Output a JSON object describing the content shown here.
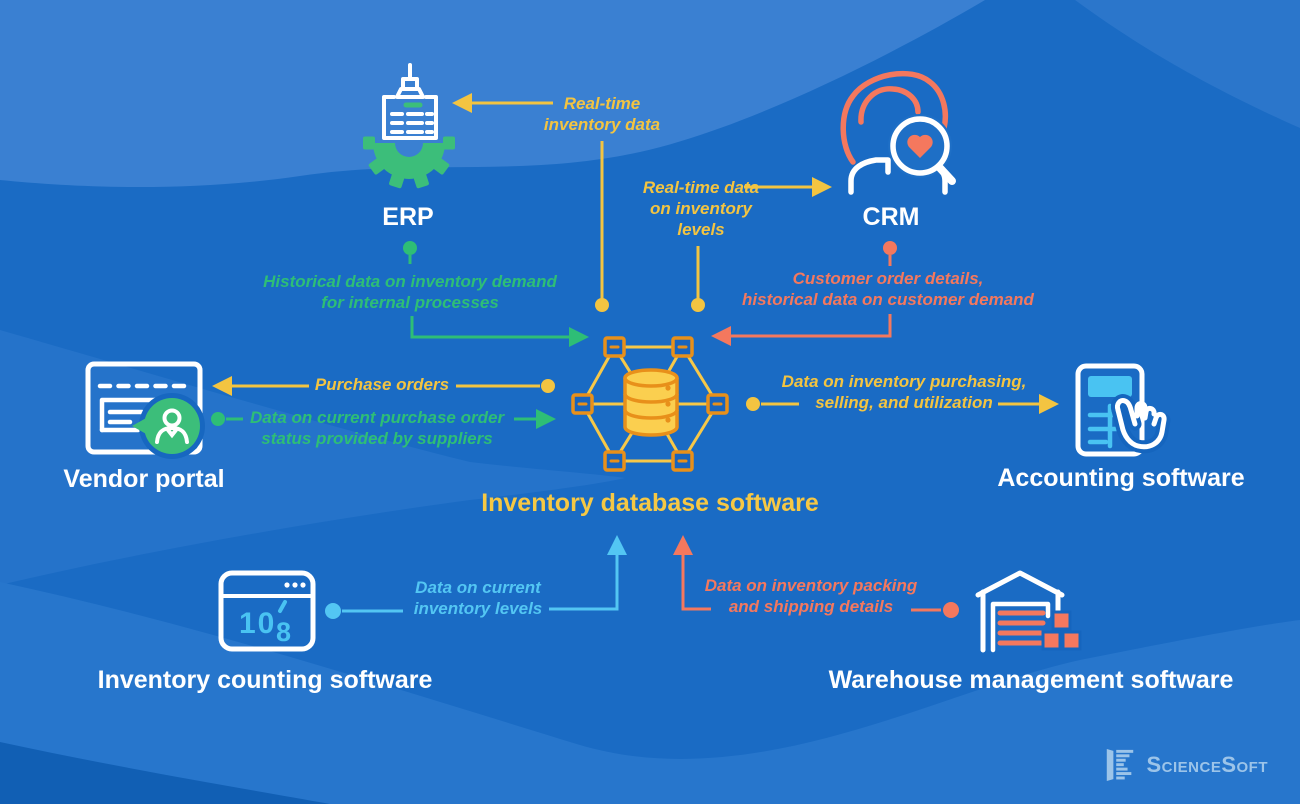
{
  "palette": {
    "background": "#1A6BC4",
    "wave_light": "#3A80D2",
    "yellow": "#F3C441",
    "green": "#2EBE76",
    "coral": "#F4785E",
    "cyan": "#53C6F3",
    "white": "#FFFFFF",
    "db_gold": "#FBCF4F",
    "db_orange": "#E8901A",
    "logo_blue": "#9CC4E9"
  },
  "center": {
    "label": "Inventory database software"
  },
  "nodes": {
    "erp": {
      "label": "ERP"
    },
    "crm": {
      "label": "CRM"
    },
    "vendor_portal": {
      "label": "Vendor portal"
    },
    "accounting": {
      "label": "Accounting software"
    },
    "inventory_counting": {
      "label": "Inventory counting software",
      "screen_number_left": "10",
      "screen_number_right": "8"
    },
    "warehouse": {
      "label": "Warehouse management software"
    }
  },
  "connections": {
    "to_erp": {
      "line1": "Real-time",
      "line2": "inventory data"
    },
    "to_crm": {
      "line1": "Real-time data",
      "line2": "on inventory",
      "line3": "levels"
    },
    "from_erp": {
      "line1": "Historical data on inventory demand",
      "line2": "for internal processes"
    },
    "from_crm": {
      "line1": "Customer order details,",
      "line2": "historical data on customer demand"
    },
    "to_vendor_portal": {
      "line1": "Purchase orders"
    },
    "from_vendor_portal": {
      "line1": "Data on current purchase order",
      "line2": "status provided by suppliers"
    },
    "to_accounting": {
      "line1": "Data on inventory purchasing,",
      "line2": "selling, and utilization"
    },
    "from_inventory_counting": {
      "line1": "Data on current",
      "line2": "inventory levels"
    },
    "from_warehouse": {
      "line1": "Data on inventory packing",
      "line2": "and shipping details"
    }
  },
  "branding": {
    "logo_text": "ScienceSoft"
  }
}
